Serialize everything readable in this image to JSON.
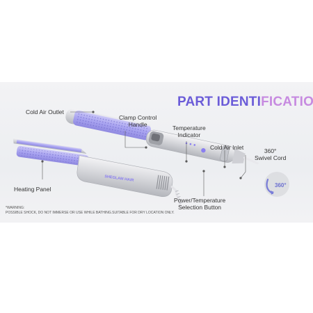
{
  "title": {
    "part1": "PART IDENTI",
    "part2": "FICATION"
  },
  "callouts": {
    "cold_air_outlet": "Cold Air Outlet",
    "clamp_control_line1": "Clamp Control",
    "clamp_control_line2": "Handle",
    "temperature_line1": "Temperature",
    "temperature_line2": "Indicator",
    "cold_air_inlet": "Cold Air Inlet",
    "swivel_line1": "360°",
    "swivel_line2": "Swivel Cord",
    "heating_panel": "Heating Panel",
    "power_line1": "Power/Temperature",
    "power_line2": "Selection Button"
  },
  "badge": {
    "text": "360°"
  },
  "brand": {
    "logo_text": "SHEGLAM HAIR"
  },
  "warning": {
    "title": "*WARNING:",
    "text": "POSSIBLE SHOCK, DO NOT IMMERSE OR USE WHILE BATHING.SUITABLE FOR DRY LOCATION ONLY."
  },
  "colors": {
    "accent_purple": "#6b5cd8",
    "accent_pink": "#c78be0",
    "lavender": "#a8a3f0",
    "silver": "#d8d9dd",
    "indicator": "#8a7ef0"
  }
}
